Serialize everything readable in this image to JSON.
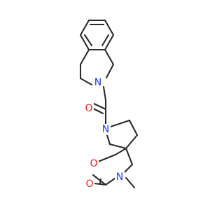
{
  "colors": {
    "background": "#ffffff",
    "bond": "#2b2b2b",
    "nitrogen": "#1f3bff",
    "oxygen": "#ff1a1a"
  },
  "atoms": {
    "n_ring": {
      "symbol": "N",
      "element": "nitrogen"
    },
    "o_ketone": {
      "symbol": "O",
      "element": "oxygen"
    },
    "n_amide": {
      "symbol": "N",
      "element": "nitrogen"
    },
    "o_ring": {
      "symbol": "O",
      "element": "oxygen"
    },
    "n_carbamate": {
      "symbol": "N",
      "element": "nitrogen"
    },
    "o_carbonyl": {
      "symbol": "O",
      "element": "oxygen"
    }
  }
}
